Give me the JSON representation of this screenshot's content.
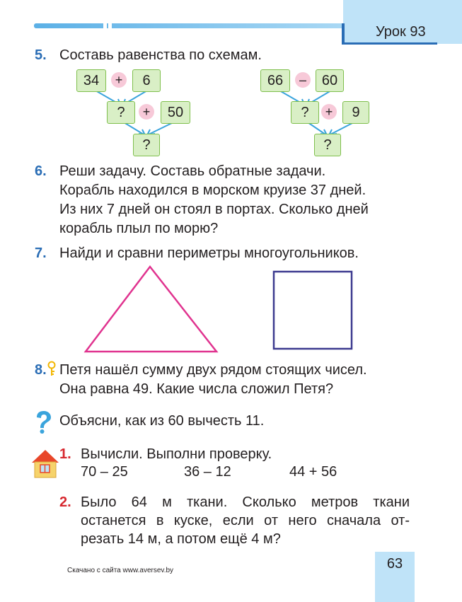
{
  "header": {
    "lesson": "Урок 93"
  },
  "task5": {
    "number": "5.",
    "text": "Составь равенства по схемам.",
    "scheme1": {
      "a": "34",
      "op1": "+",
      "b": "6",
      "c": "?",
      "op2": "+",
      "d": "50",
      "result": "?"
    },
    "scheme2": {
      "a": "66",
      "op1": "–",
      "b": "60",
      "c": "?",
      "op2": "+",
      "d": "9",
      "result": "?"
    }
  },
  "task6": {
    "number": "6.",
    "lines": [
      "Реши задачу. Составь обратные задачи.",
      "Корабль находился в морском круизе 37 дней.",
      "Из них 7 дней он стоял в портах. Сколько дней",
      "корабль плыл по морю?"
    ]
  },
  "task7": {
    "number": "7.",
    "text": "Найди и сравни периметры многоугольников.",
    "colors": {
      "triangle": "#e0338f",
      "square": "#3c3a8f"
    }
  },
  "task8": {
    "number": "8.",
    "lines": [
      "Петя нашёл сумму двух рядом стоящих чисел.",
      "Она равна 49. Какие числа сложил Петя?"
    ]
  },
  "question": {
    "text": "Объясни, как из 60 вычесть 11."
  },
  "homework": {
    "task1": {
      "number": "1.",
      "text": "Вычисли. Выполни проверку.",
      "expr1": "70 – 25",
      "expr2": "36 – 12",
      "expr3": "44 + 56"
    },
    "task2": {
      "number": "2.",
      "lines": [
        "Было 64 м ткани. Сколько метров ткани",
        "останется в куске, если от него сначала от-",
        "резать 14 м, а потом ещё 4 м?"
      ]
    }
  },
  "footer": {
    "credit": "Скачано с сайта www.aversev.by",
    "page_number": "63"
  },
  "icons": {
    "question": "question-mark-icon",
    "house": "house-icon",
    "key": "key-icon"
  }
}
